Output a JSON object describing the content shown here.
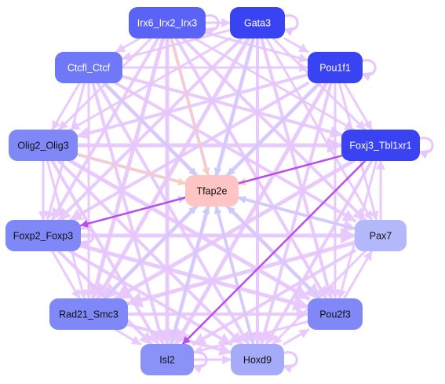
{
  "colors": {
    "background": "#ffffff",
    "edge_default": "#e6c6fc",
    "edge_strong": "#b84ef0",
    "edge_blue": "#c7cdfb",
    "edge_peach": "#fccdb8",
    "label_light": "#ffffff",
    "label_dark": "#111111"
  },
  "nodes": [
    {
      "id": "Irx6_Irx2_Irx3",
      "label": "Irx6_Irx2_Irx3",
      "fill": "#5a63f5",
      "text_color": "light",
      "self_loop": true
    },
    {
      "id": "Gata3",
      "label": "Gata3",
      "fill": "#3a43f2",
      "text_color": "light",
      "self_loop": true
    },
    {
      "id": "Ctcfl_Ctcf",
      "label": "Ctcfl_Ctcf",
      "fill": "#6f78f6",
      "text_color": "light",
      "self_loop": false
    },
    {
      "id": "Pou1f1",
      "label": "Pou1f1",
      "fill": "#3a43f2",
      "text_color": "light",
      "self_loop": true
    },
    {
      "id": "Olig2_Olig3",
      "label": "Olig2_Olig3",
      "fill": "#7f88f6",
      "text_color": "dark",
      "self_loop": false
    },
    {
      "id": "Foxj3_Tbl1xr1",
      "label": "Foxj3_Tbl1xr1",
      "fill": "#3a43f2",
      "text_color": "light",
      "self_loop": true
    },
    {
      "id": "Tfap2e",
      "label": "Tfap2e",
      "fill": "#ffc4c4",
      "text_color": "dark",
      "self_loop": false
    },
    {
      "id": "Foxp2_Foxp3",
      "label": "Foxp2_Foxp3",
      "fill": "#7f88f6",
      "text_color": "dark",
      "self_loop": true
    },
    {
      "id": "Pax7",
      "label": "Pax7",
      "fill": "#b3b8fa",
      "text_color": "dark",
      "self_loop": false
    },
    {
      "id": "Rad21_Smc3",
      "label": "Rad21_Smc3",
      "fill": "#7f88f6",
      "text_color": "dark",
      "self_loop": false
    },
    {
      "id": "Pou2f3",
      "label": "Pou2f3",
      "fill": "#7f88f6",
      "text_color": "dark",
      "self_loop": false
    },
    {
      "id": "Isl2",
      "label": "Isl2",
      "fill": "#8a92f7",
      "text_color": "dark",
      "self_loop": true
    },
    {
      "id": "Hoxd9",
      "label": "Hoxd9",
      "fill": "#a5abf8",
      "text_color": "dark",
      "self_loop": true
    }
  ],
  "edges": [
    {
      "from": "Irx6_Irx2_Irx3",
      "to": "Tfap2e",
      "color": "peach",
      "weight": 2
    },
    {
      "from": "Olig2_Olig3",
      "to": "Tfap2e",
      "color": "peach",
      "weight": 2
    },
    {
      "from": "Foxj3_Tbl1xr1",
      "to": "Tfap2e",
      "color": "peach",
      "weight": 2
    },
    {
      "from": "Gata3",
      "to": "Tfap2e",
      "color": "blue",
      "weight": 2
    },
    {
      "from": "Ctcfl_Ctcf",
      "to": "Tfap2e",
      "color": "blue",
      "weight": 2
    },
    {
      "from": "Pou1f1",
      "to": "Tfap2e",
      "color": "blue",
      "weight": 2
    },
    {
      "from": "Foxp2_Foxp3",
      "to": "Tfap2e",
      "color": "blue",
      "weight": 2
    },
    {
      "from": "Pax7",
      "to": "Tfap2e",
      "color": "blue",
      "weight": 2
    },
    {
      "from": "Rad21_Smc3",
      "to": "Tfap2e",
      "color": "blue",
      "weight": 2
    },
    {
      "from": "Pou2f3",
      "to": "Tfap2e",
      "color": "blue",
      "weight": 2
    },
    {
      "from": "Isl2",
      "to": "Tfap2e",
      "color": "blue",
      "weight": 2
    },
    {
      "from": "Hoxd9",
      "to": "Tfap2e",
      "color": "blue",
      "weight": 2
    },
    {
      "from": "Foxj3_Tbl1xr1",
      "to": "Foxp2_Foxp3",
      "color": "strong",
      "weight": 2.5
    },
    {
      "from": "Foxj3_Tbl1xr1",
      "to": "Isl2",
      "color": "strong",
      "weight": 2.5
    },
    {
      "from": "Olig2_Olig3",
      "to": "Foxp2_Foxp3",
      "color": "default",
      "weight": 3
    },
    {
      "from": "Irx6_Irx2_Irx3",
      "to": "Gata3",
      "color": "default",
      "weight": 3
    },
    {
      "from": "Gata3",
      "to": "Pou1f1",
      "color": "default",
      "weight": 3
    },
    {
      "from": "Pou1f1",
      "to": "Foxj3_Tbl1xr1",
      "color": "default",
      "weight": 3
    },
    {
      "from": "Pax7",
      "to": "Foxj3_Tbl1xr1",
      "color": "default",
      "weight": 3
    },
    {
      "from": "Pou2f3",
      "to": "Pax7",
      "color": "default",
      "weight": 3
    },
    {
      "from": "Hoxd9",
      "to": "Pou2f3",
      "color": "default",
      "weight": 3
    },
    {
      "from": "Isl2",
      "to": "Hoxd9",
      "color": "default",
      "weight": 3
    },
    {
      "from": "Rad21_Smc3",
      "to": "Isl2",
      "color": "default",
      "weight": 3
    },
    {
      "from": "Foxp2_Foxp3",
      "to": "Rad21_Smc3",
      "color": "default",
      "weight": 3
    },
    {
      "from": "Ctcfl_Ctcf",
      "to": "Olig2_Olig3",
      "color": "default",
      "weight": 3
    },
    {
      "from": "Irx6_Irx2_Irx3",
      "to": "Ctcfl_Ctcf",
      "color": "default",
      "weight": 3
    },
    {
      "from": "Irx6_Irx2_Irx3",
      "to": "Rad21_Smc3",
      "color": "default",
      "weight": 5
    },
    {
      "from": "Irx6_Irx2_Irx3",
      "to": "Isl2",
      "color": "default",
      "weight": 5
    },
    {
      "from": "Irx6_Irx2_Irx3",
      "to": "Pou2f3",
      "color": "default",
      "weight": 4
    },
    {
      "from": "Irx6_Irx2_Irx3",
      "to": "Hoxd9",
      "color": "default",
      "weight": 4
    },
    {
      "from": "Irx6_Irx2_Irx3",
      "to": "Pax7",
      "color": "default",
      "weight": 4
    },
    {
      "from": "Irx6_Irx2_Irx3",
      "to": "Foxp2_Foxp3",
      "color": "default",
      "weight": 4
    },
    {
      "from": "Irx6_Irx2_Irx3",
      "to": "Olig2_Olig3",
      "color": "default",
      "weight": 3
    },
    {
      "from": "Irx6_Irx2_Irx3",
      "to": "Pou1f1",
      "color": "default",
      "weight": 3
    },
    {
      "from": "Irx6_Irx2_Irx3",
      "to": "Foxj3_Tbl1xr1",
      "color": "default",
      "weight": 3
    },
    {
      "from": "Gata3",
      "to": "Rad21_Smc3",
      "color": "default",
      "weight": 5
    },
    {
      "from": "Gata3",
      "to": "Isl2",
      "color": "default",
      "weight": 5
    },
    {
      "from": "Gata3",
      "to": "Hoxd9",
      "color": "default",
      "weight": 4
    },
    {
      "from": "Gata3",
      "to": "Foxp2_Foxp3",
      "color": "default",
      "weight": 4
    },
    {
      "from": "Gata3",
      "to": "Pou2f3",
      "color": "default",
      "weight": 4
    },
    {
      "from": "Gata3",
      "to": "Pax7",
      "color": "default",
      "weight": 3
    },
    {
      "from": "Gata3",
      "to": "Olig2_Olig3",
      "color": "default",
      "weight": 3
    },
    {
      "from": "Gata3",
      "to": "Ctcfl_Ctcf",
      "color": "default",
      "weight": 3
    },
    {
      "from": "Gata3",
      "to": "Foxj3_Tbl1xr1",
      "color": "default",
      "weight": 3
    },
    {
      "from": "Ctcfl_Ctcf",
      "to": "Pou2f3",
      "color": "default",
      "weight": 5
    },
    {
      "from": "Ctcfl_Ctcf",
      "to": "Hoxd9",
      "color": "default",
      "weight": 4
    },
    {
      "from": "Ctcfl_Ctcf",
      "to": "Isl2",
      "color": "default",
      "weight": 4
    },
    {
      "from": "Ctcfl_Ctcf",
      "to": "Pax7",
      "color": "default",
      "weight": 4
    },
    {
      "from": "Ctcfl_Ctcf",
      "to": "Foxj3_Tbl1xr1",
      "color": "default",
      "weight": 4
    },
    {
      "from": "Ctcfl_Ctcf",
      "to": "Rad21_Smc3",
      "color": "default",
      "weight": 3
    },
    {
      "from": "Ctcfl_Ctcf",
      "to": "Pou1f1",
      "color": "default",
      "weight": 3
    },
    {
      "from": "Ctcfl_Ctcf",
      "to": "Foxp2_Foxp3",
      "color": "default",
      "weight": 3
    },
    {
      "from": "Pou1f1",
      "to": "Rad21_Smc3",
      "color": "default",
      "weight": 5
    },
    {
      "from": "Pou1f1",
      "to": "Isl2",
      "color": "default",
      "weight": 5
    },
    {
      "from": "Pou1f1",
      "to": "Foxp2_Foxp3",
      "color": "default",
      "weight": 4
    },
    {
      "from": "Pou1f1",
      "to": "Olig2_Olig3",
      "color": "default",
      "weight": 4
    },
    {
      "from": "Pou1f1",
      "to": "Hoxd9",
      "color": "default",
      "weight": 4
    },
    {
      "from": "Pou1f1",
      "to": "Pou2f3",
      "color": "default",
      "weight": 3
    },
    {
      "from": "Pou1f1",
      "to": "Pax7",
      "color": "default",
      "weight": 3
    },
    {
      "from": "Olig2_Olig3",
      "to": "Foxj3_Tbl1xr1",
      "color": "default",
      "weight": 5
    },
    {
      "from": "Olig2_Olig3",
      "to": "Pou2f3",
      "color": "default",
      "weight": 5
    },
    {
      "from": "Olig2_Olig3",
      "to": "Hoxd9",
      "color": "default",
      "weight": 4
    },
    {
      "from": "Olig2_Olig3",
      "to": "Pax7",
      "color": "default",
      "weight": 4
    },
    {
      "from": "Olig2_Olig3",
      "to": "Isl2",
      "color": "default",
      "weight": 4
    },
    {
      "from": "Olig2_Olig3",
      "to": "Rad21_Smc3",
      "color": "default",
      "weight": 3
    },
    {
      "from": "Foxj3_Tbl1xr1",
      "to": "Rad21_Smc3",
      "color": "default",
      "weight": 5
    },
    {
      "from": "Foxj3_Tbl1xr1",
      "to": "Hoxd9",
      "color": "default",
      "weight": 4
    },
    {
      "from": "Foxj3_Tbl1xr1",
      "to": "Pou2f3",
      "color": "default",
      "weight": 3
    },
    {
      "from": "Foxp2_Foxp3",
      "to": "Pax7",
      "color": "default",
      "weight": 5
    },
    {
      "from": "Foxp2_Foxp3",
      "to": "Pou2f3",
      "color": "default",
      "weight": 5
    },
    {
      "from": "Foxp2_Foxp3",
      "to": "Hoxd9",
      "color": "default",
      "weight": 4
    },
    {
      "from": "Foxp2_Foxp3",
      "to": "Isl2",
      "color": "default",
      "weight": 4
    },
    {
      "from": "Pax7",
      "to": "Rad21_Smc3",
      "color": "default",
      "weight": 5
    },
    {
      "from": "Pax7",
      "to": "Isl2",
      "color": "default",
      "weight": 4
    },
    {
      "from": "Pax7",
      "to": "Hoxd9",
      "color": "default",
      "weight": 3
    },
    {
      "from": "Rad21_Smc3",
      "to": "Pou2f3",
      "color": "default",
      "weight": 4
    },
    {
      "from": "Rad21_Smc3",
      "to": "Hoxd9",
      "color": "default",
      "weight": 4
    },
    {
      "from": "Pou2f3",
      "to": "Isl2",
      "color": "default",
      "weight": 3
    }
  ]
}
